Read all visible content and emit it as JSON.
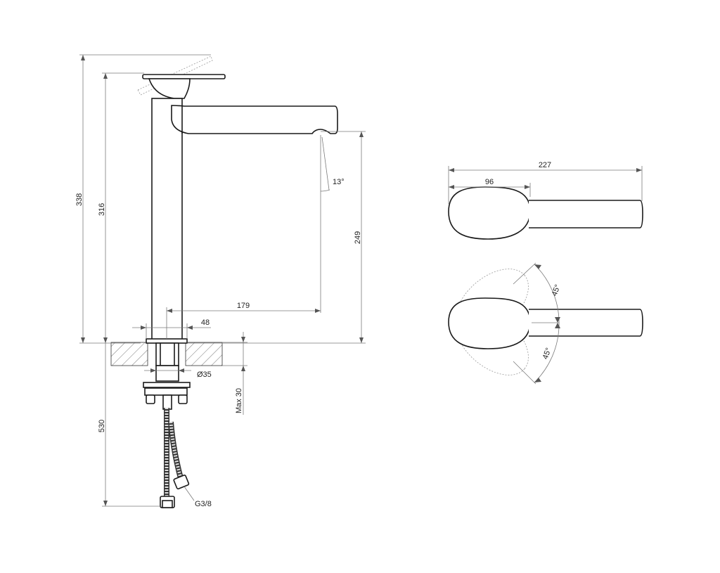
{
  "dimensions": {
    "total_height": "338",
    "spout_height": "316",
    "outlet_height": "249",
    "reach": "179",
    "base_diameter": "48",
    "shank_diameter": "Ø35",
    "max_counter_thickness": "Max 30",
    "hose_length": "530",
    "connection_thread": "G3/8",
    "outlet_angle": "13°",
    "handle_length": "227",
    "lever_width": "96",
    "rotation_angle_upper": "45°",
    "rotation_angle_lower": "45°"
  }
}
